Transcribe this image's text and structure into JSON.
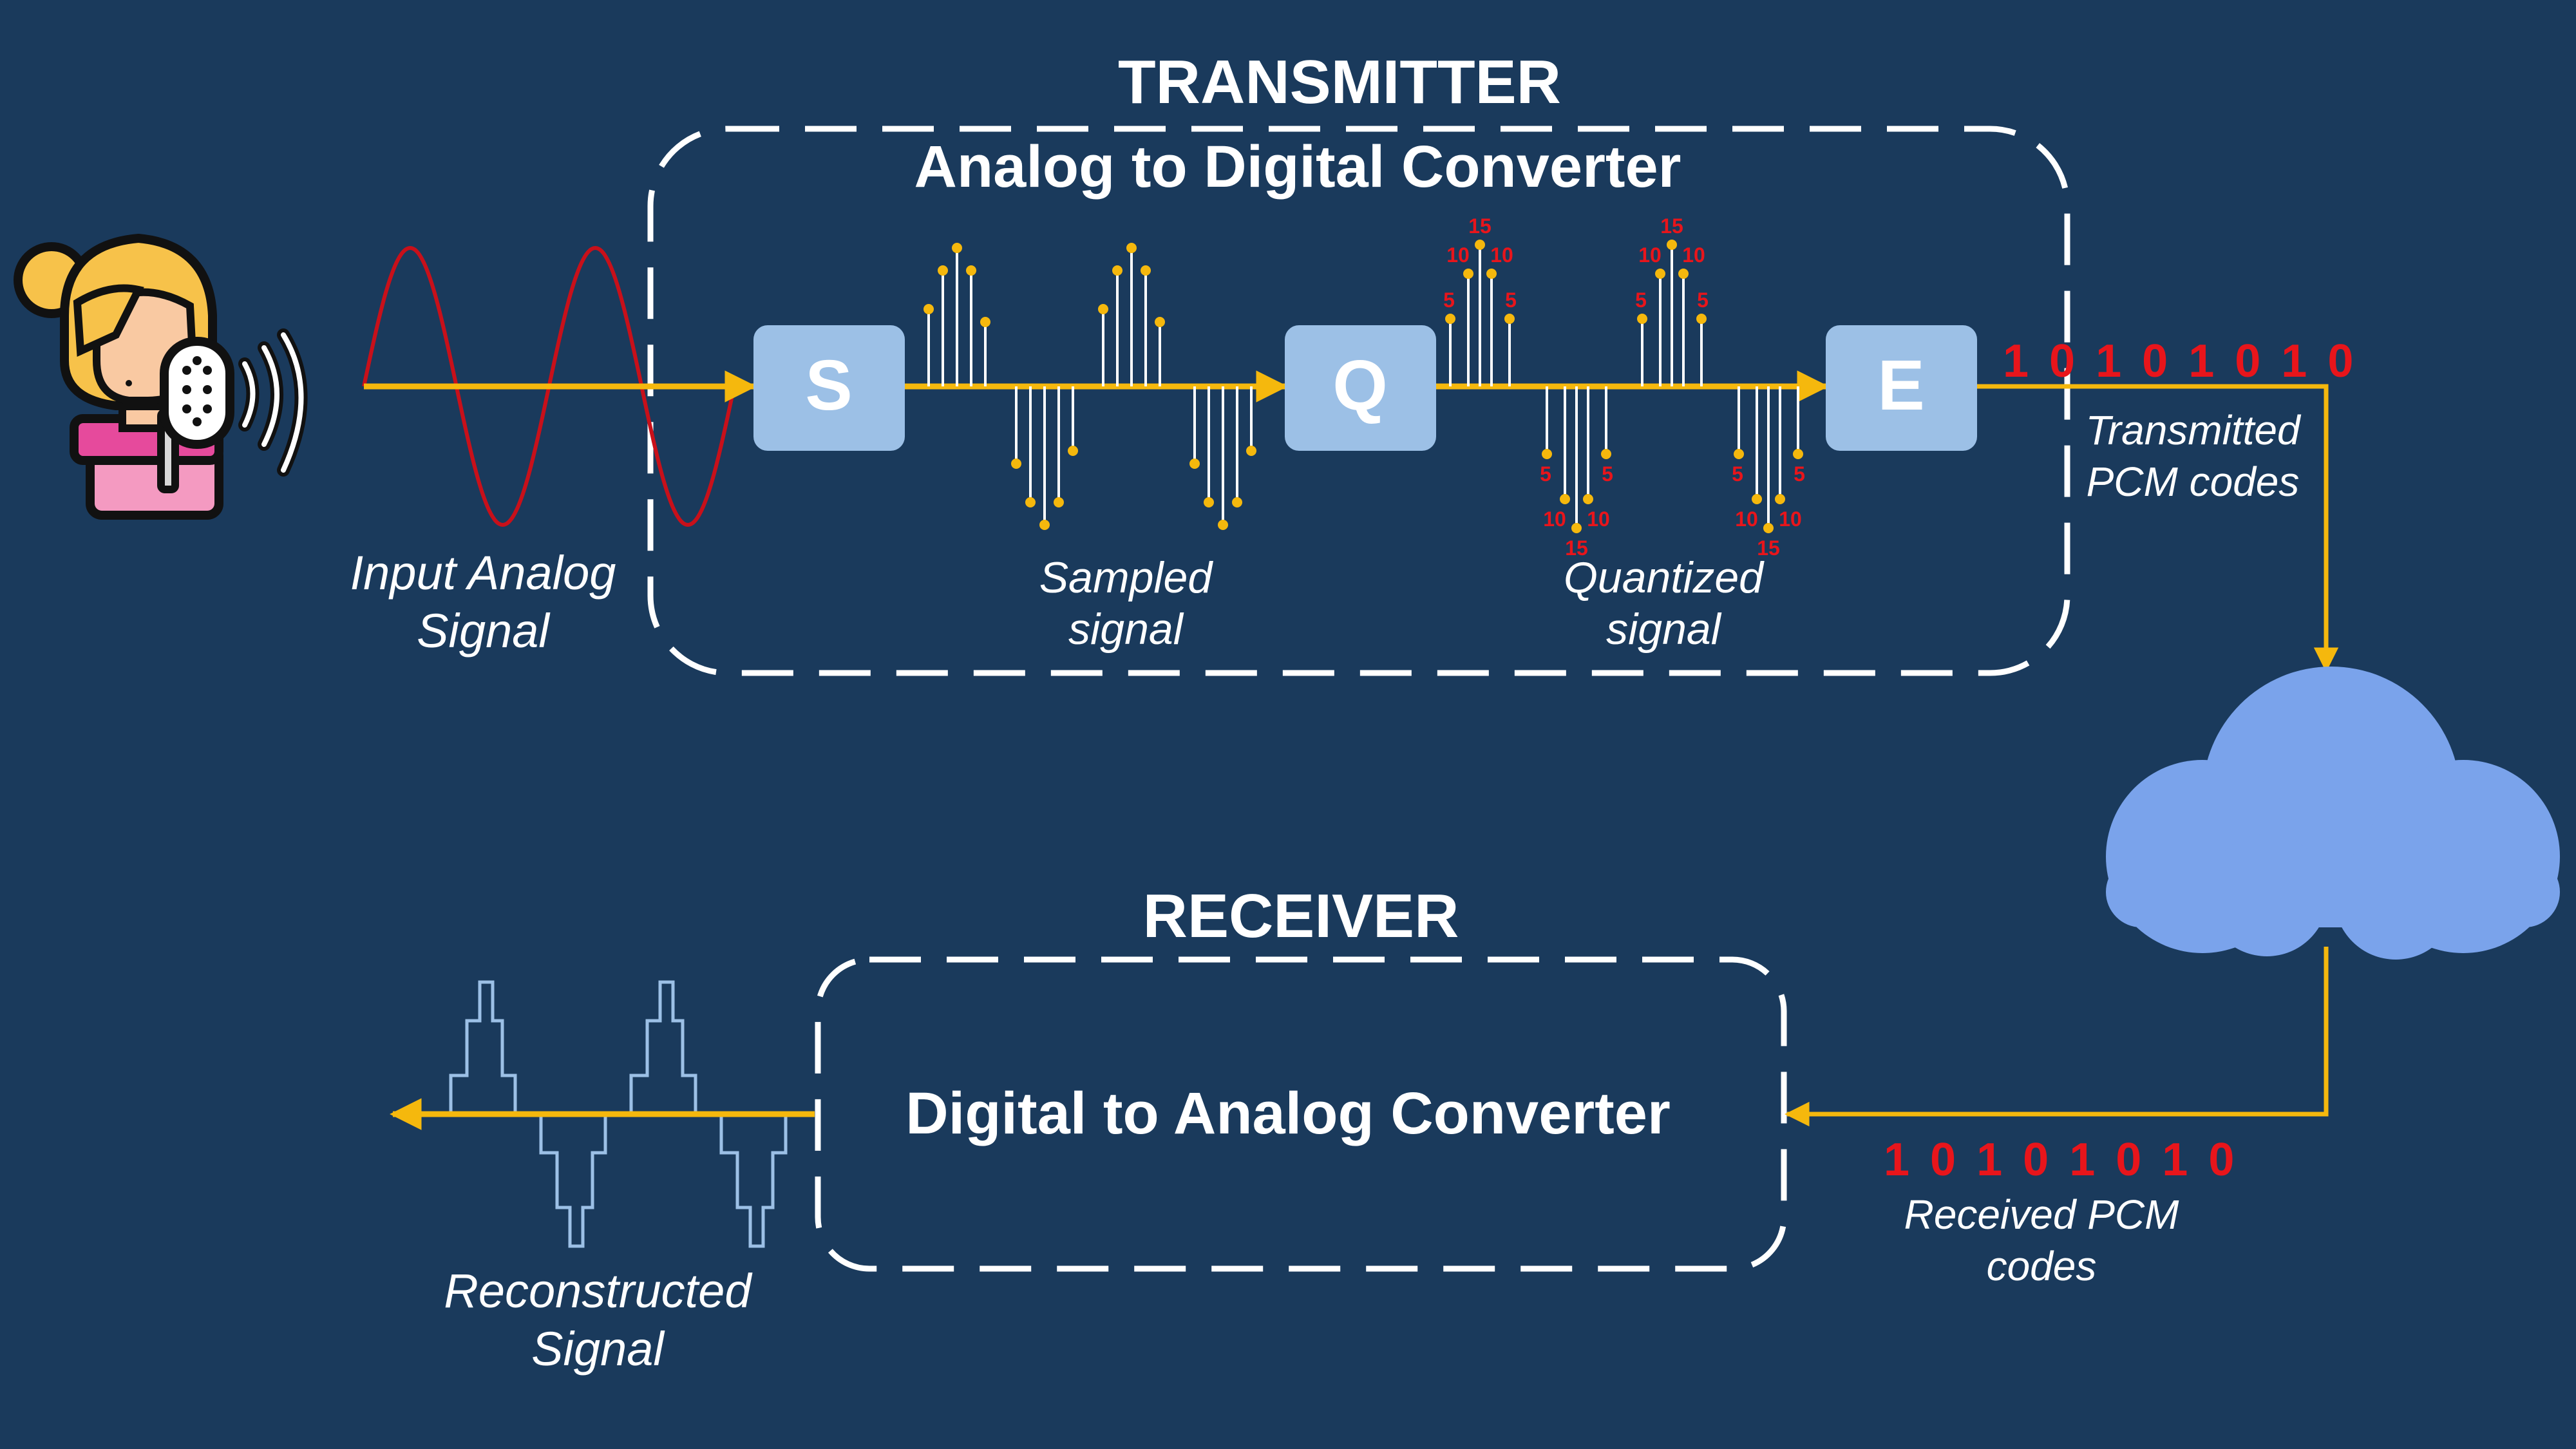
{
  "transmitter": {
    "heading": "TRANSMITTER",
    "converter_title": "Analog to Digital Converter",
    "blocks": {
      "sampler": "S",
      "quantizer": "Q",
      "encoder": "E"
    },
    "input_caption": [
      "Input Analog",
      "Signal"
    ],
    "sampled_caption": [
      "Sampled",
      "signal"
    ],
    "quantized_caption": [
      "Quantized",
      "signal"
    ],
    "quantization_levels": {
      "low": "5",
      "mid": "10",
      "high": "15"
    },
    "pcm_bits": "1 0 1 0 1 0 1 0",
    "pcm_caption": [
      "Transmitted",
      "PCM codes"
    ]
  },
  "receiver": {
    "heading": "RECEIVER",
    "converter_title": "Digital to Analog Converter",
    "pcm_bits": "1 0 1 0 1 0 1 0",
    "pcm_caption": [
      "Received PCM",
      "codes"
    ],
    "output_caption": [
      "Reconstructed",
      "Signal"
    ]
  },
  "colors": {
    "background": "#1a3a5c",
    "signal_line": "#f5b80d",
    "analog_wave": "#c8101a",
    "block_fill": "#9cc0e6",
    "cloud": "#7aa3eb",
    "bits": "#e8151b"
  },
  "icons": {
    "speaker": "girl-with-microphone-icon",
    "channel": "cloud-icon"
  }
}
